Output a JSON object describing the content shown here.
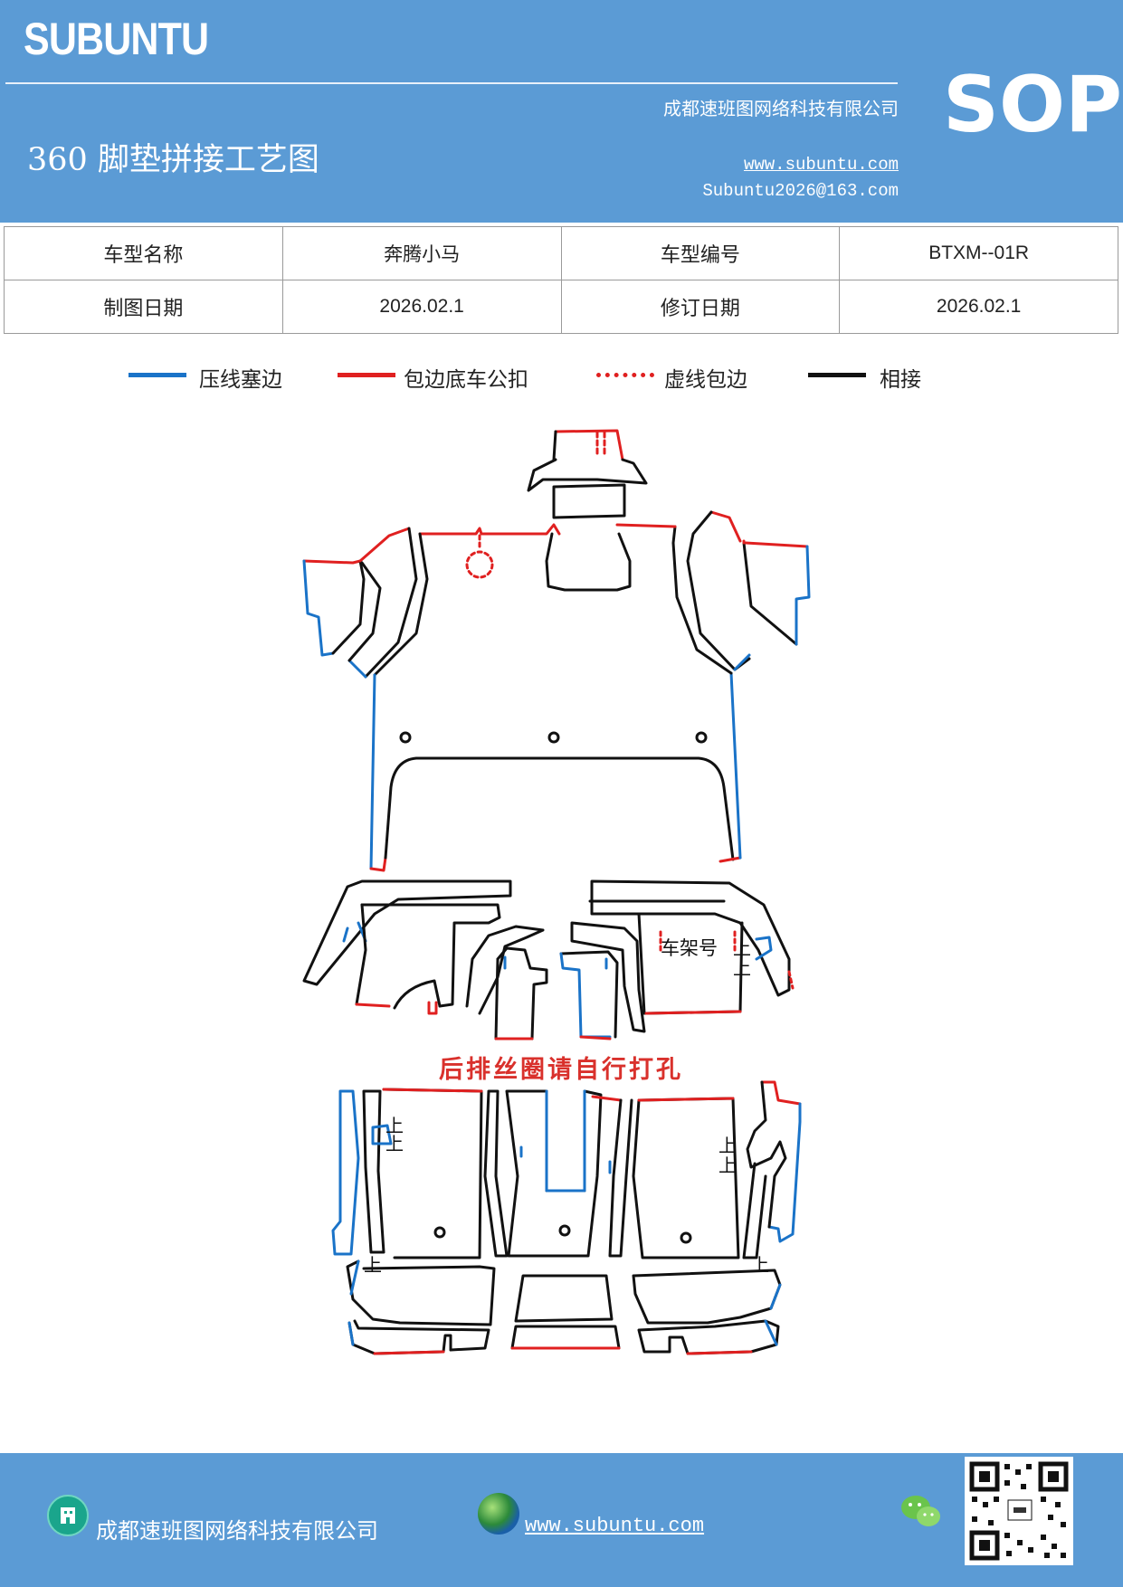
{
  "header": {
    "brand": "SUBUNTU",
    "company": "成都速班图网络科技有限公司",
    "title": "360 脚垫拼接工艺图",
    "website": "www.subuntu.com",
    "email": "Subuntu2026@163.com",
    "badge": "SOP"
  },
  "info_table": {
    "rows": [
      {
        "label1": "车型名称",
        "value1": "奔腾小马",
        "label2": "车型编号",
        "value2": "BTXM--01R"
      },
      {
        "label1": "制图日期",
        "value1": "2026.02.1",
        "label2": "修订日期",
        "value2": "2026.02.1"
      }
    ]
  },
  "legend": {
    "items": [
      {
        "label": "压线塞边",
        "color": "#1a73c8",
        "style": "solid"
      },
      {
        "label": "包边底车公扣",
        "color": "#e02020",
        "style": "solid"
      },
      {
        "label": "虚线包边",
        "color": "#e02020",
        "style": "dotted"
      },
      {
        "label": "相接",
        "color": "#111111",
        "style": "solid"
      }
    ]
  },
  "diagram": {
    "note": "后排丝圈请自行打孔",
    "vin_label": "车架号",
    "up_mark": "上"
  },
  "footer": {
    "company": "成都速班图网络科技有限公司",
    "website": "www.subuntu.com"
  },
  "colors": {
    "header_bg": "#5b9bd5",
    "blue_line": "#1a73c8",
    "red_line": "#e02020",
    "black_line": "#111111"
  }
}
